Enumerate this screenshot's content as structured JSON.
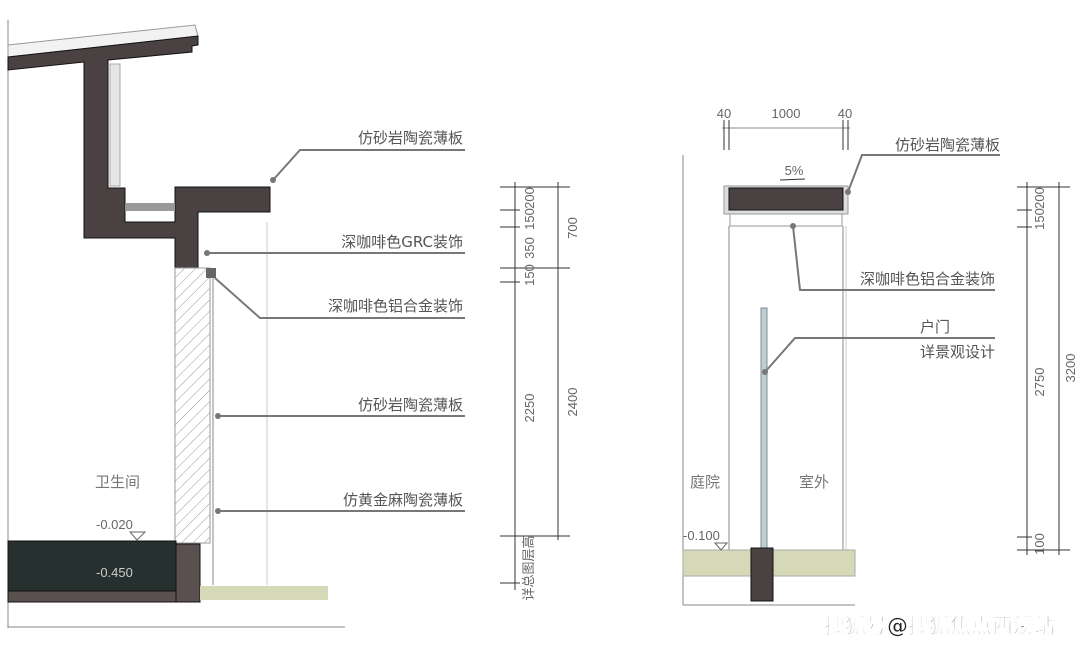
{
  "left_section": {
    "labels": [
      "仿砂岩陶瓷薄板",
      "深咖啡色GRC装饰",
      "深咖啡色铝合金装饰",
      "仿砂岩陶瓷薄板",
      "仿黄金麻陶瓷薄板"
    ],
    "room": "卫生间",
    "levels": [
      "-0.020",
      "-0.450"
    ],
    "dims_inner": [
      "200",
      "150",
      "350",
      "150",
      "2250"
    ],
    "dims_outer": [
      "700",
      "2400"
    ],
    "dim_note": "详总图层高"
  },
  "right_section": {
    "labels": [
      "仿砂岩陶瓷薄板",
      "深咖啡色铝合金装饰",
      "户门",
      "详景观设计"
    ],
    "top_dims": [
      "40",
      "1000",
      "40"
    ],
    "slope": "5%",
    "rooms": [
      "庭院",
      "室外"
    ],
    "level": "-0.100",
    "dims_inner": [
      "200",
      "150",
      "2750",
      "100"
    ],
    "dims_outer": [
      "3200"
    ]
  },
  "watermark": "搜狐号@搜狐焦点西溪站",
  "colors": {
    "concrete": "#4a4242",
    "soil": "#d6d9b8",
    "pond": "#26302f",
    "glass": "#b8d0d6"
  }
}
